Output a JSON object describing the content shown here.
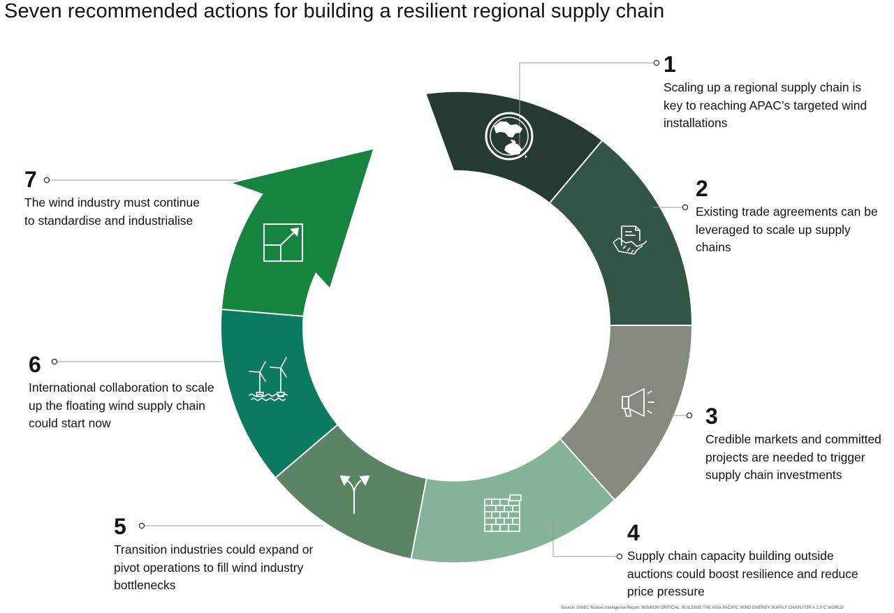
{
  "title": "Seven recommended actions for building a resilient regional supply chain",
  "source": "Source: GWEC Market Intelligence Report 'MISSION CRITICAL: BUILDING THE ASIA PACIFIC WIND ENERGY SUPPLY CHAIN FOR A 1.5°C WORLD'",
  "colors": {
    "segment1": "#253a31",
    "segment2": "#335546",
    "segment3": "#848a7f",
    "segment4": "#85b39a",
    "segment5": "#5a8463",
    "segment6": "#0b7a5e",
    "segment7": "#14843e"
  },
  "actions": [
    {
      "number": "1",
      "text": "Scaling up a regional supply chain is key to reaching APAC’s targeted wind installations",
      "icon": "globe-icon"
    },
    {
      "number": "2",
      "text": "Existing trade agreements can be leveraged to scale up supply chains",
      "icon": "handshake-agreement-icon"
    },
    {
      "number": "3",
      "text": "Credible markets and committed projects are needed to trigger supply chain investments",
      "icon": "megaphone-icon"
    },
    {
      "number": "4",
      "text": "Supply chain capacity building outside auctions could boost resilience and reduce price pressure",
      "icon": "brick-wall-icon"
    },
    {
      "number": "5",
      "text": "Transition industries could expand or pivot operations to fill wind industry bottlenecks",
      "icon": "diverging-arrows-icon"
    },
    {
      "number": "6",
      "text": "International collaboration to scale up the floating wind supply chain could start now",
      "icon": "floating-wind-turbines-icon"
    },
    {
      "number": "7",
      "text": "The wind industry must continue to standardise and industrialise",
      "icon": "scale-up-square-icon"
    }
  ]
}
